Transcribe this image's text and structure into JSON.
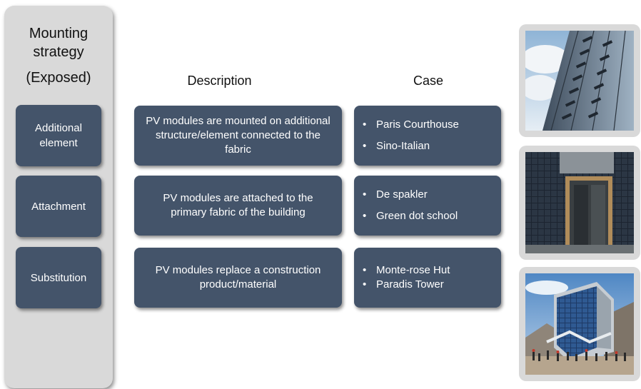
{
  "sidebar": {
    "title_line1": "Mounting",
    "title_line2": "strategy",
    "title_line3": "(Exposed)"
  },
  "headers": {
    "description": "Description",
    "case": "Case"
  },
  "rows": [
    {
      "category": "Additional element",
      "description": "PV modules are mounted on additional structure/element connected to the fabric",
      "cases": [
        "Paris Courthouse",
        "Sino-Italian"
      ]
    },
    {
      "category": "Attachment",
      "description": "PV modules are attached to the primary fabric of the building",
      "cases": [
        "De spakler",
        "Green dot school"
      ]
    },
    {
      "category": "Substitution",
      "description": "PV modules replace a construction product/material",
      "cases": [
        "Monte-rose Hut",
        "Paradis Tower"
      ]
    }
  ],
  "colors": {
    "box_fill": "#44546a",
    "panel_fill": "#d9d9d9"
  }
}
